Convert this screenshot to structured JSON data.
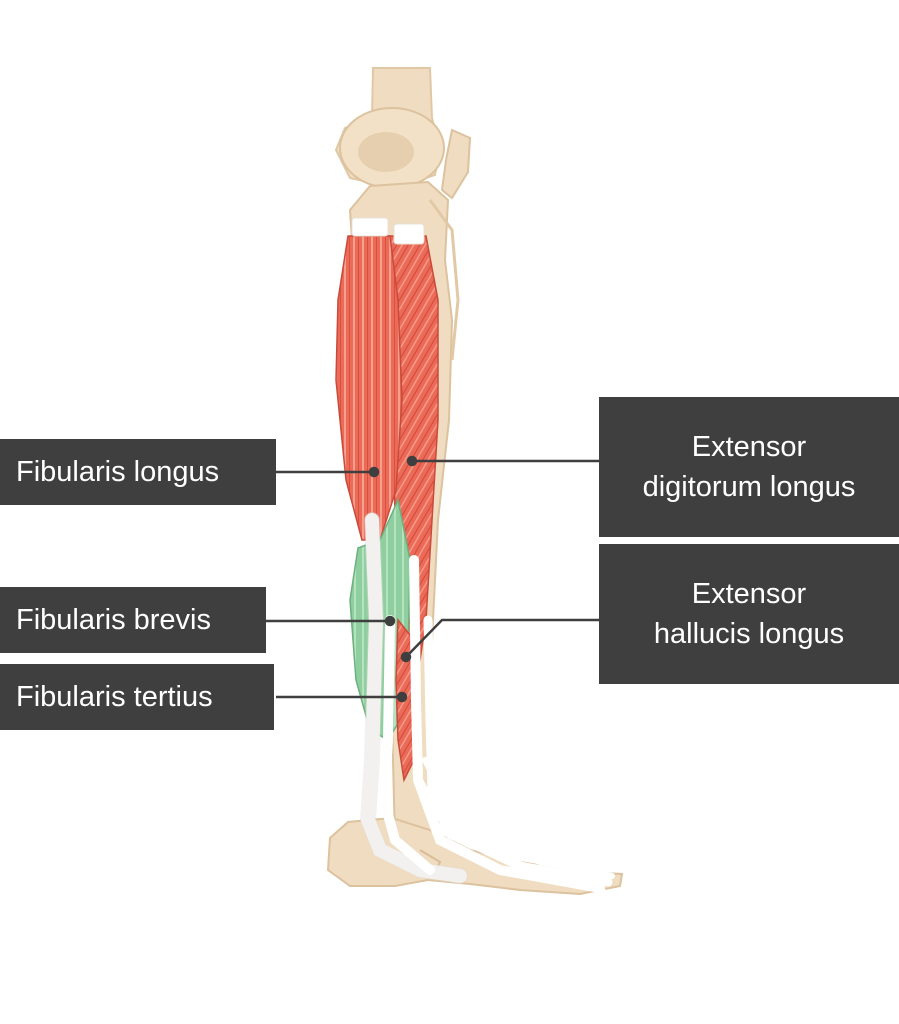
{
  "labels": {
    "fibularis_longus": "Fibularis longus",
    "fibularis_brevis": "Fibularis brevis",
    "fibularis_tertius": "Fibularis tertius",
    "extensor_digitorum_longus": [
      "Extensor",
      "digitorum longus"
    ],
    "extensor_hallucis_longus": [
      "Extensor",
      "hallucis longus"
    ]
  },
  "colors": {
    "label_background": "#3f3f3f",
    "label_text": "#ffffff",
    "leader_line": "#3f3f3f",
    "bone": "#f0dcc0",
    "muscle_red": "#ec6a58",
    "muscle_green": "#8fcf9f",
    "tendon": "#ffffff"
  }
}
